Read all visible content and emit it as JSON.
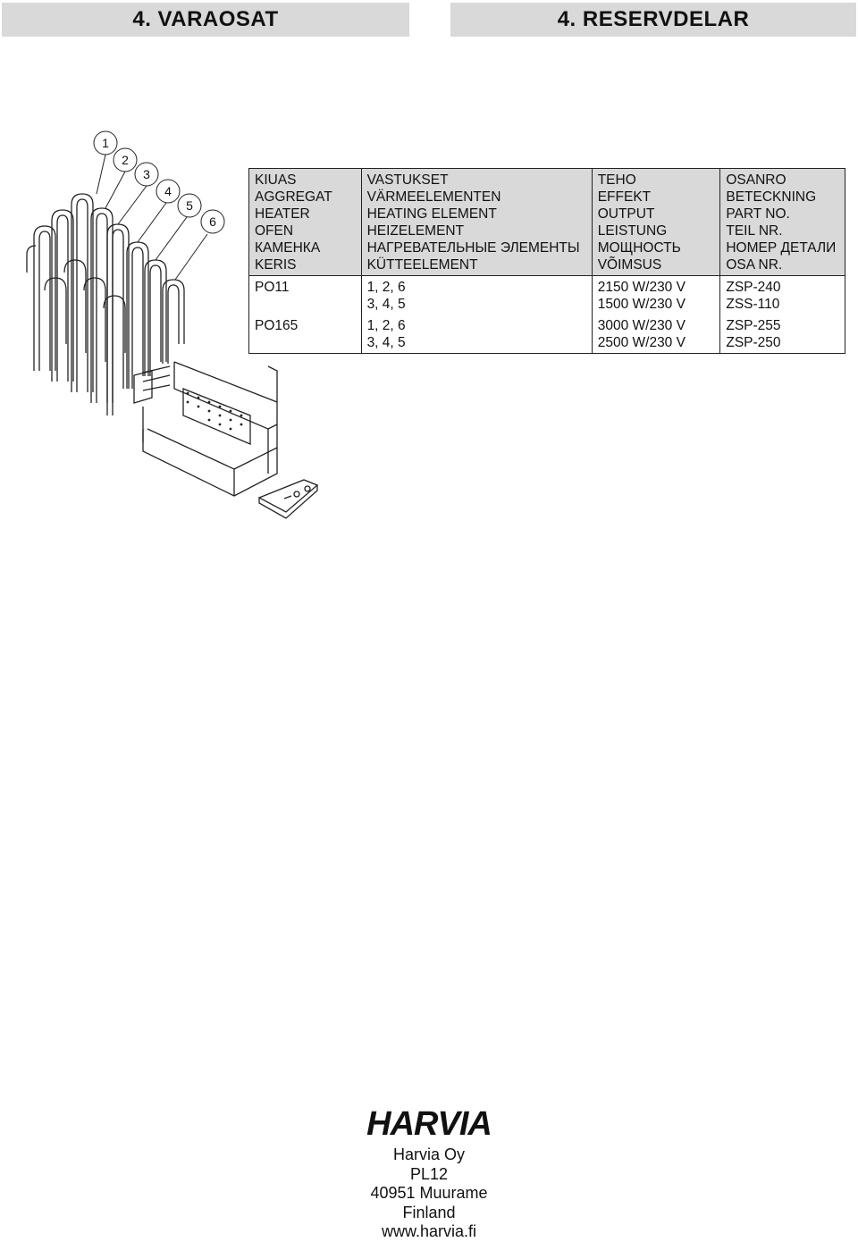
{
  "header": {
    "left_title": "4. VARAOSAT",
    "right_title": "4. RESERVDELAR"
  },
  "diagram": {
    "callouts": [
      "1",
      "2",
      "3",
      "4",
      "5",
      "6"
    ]
  },
  "table": {
    "columns": [
      [
        "KIUAS",
        "AGGREGAT",
        "HEATER",
        "OFEN",
        "КАМЕНКА",
        "KERIS"
      ],
      [
        "VASTUKSET",
        "VÄRMEELEMENTEN",
        "HEATING ELEMENT",
        "HEIZELEMENT",
        "НАГРЕВАТЕЛЬНЫЕ ЭЛЕМЕНТЫ",
        "KÜTTEELEMENT"
      ],
      [
        "TEHO",
        "EFFEKT",
        "OUTPUT",
        "LEISTUNG",
        "МОЩНОСТЬ",
        "VÕIMSUS"
      ],
      [
        "OSANRO",
        "BETECKNING",
        "PART NO.",
        "TEIL NR.",
        "НОМЕР ДЕТАЛИ",
        "OSA NR."
      ]
    ],
    "rows": [
      {
        "model": "PO11",
        "elements": [
          "1, 2, 6",
          "3, 4, 5"
        ],
        "outputs": [
          "2150 W/230 V",
          "1500 W/230 V"
        ],
        "parts": [
          "ZSP-240",
          "ZSS-110"
        ]
      },
      {
        "model": "PO165",
        "elements": [
          "1, 2, 6",
          "3, 4, 5"
        ],
        "outputs": [
          "3000 W/230 V",
          "2500 W/230 V"
        ],
        "parts": [
          "ZSP-255",
          "ZSP-250"
        ]
      }
    ]
  },
  "footer": {
    "logo": "HARVIA",
    "company": "Harvia Oy",
    "po_box": "PL12",
    "city": "40951 Muurame",
    "country": "Finland",
    "website": "www.harvia.fi"
  }
}
